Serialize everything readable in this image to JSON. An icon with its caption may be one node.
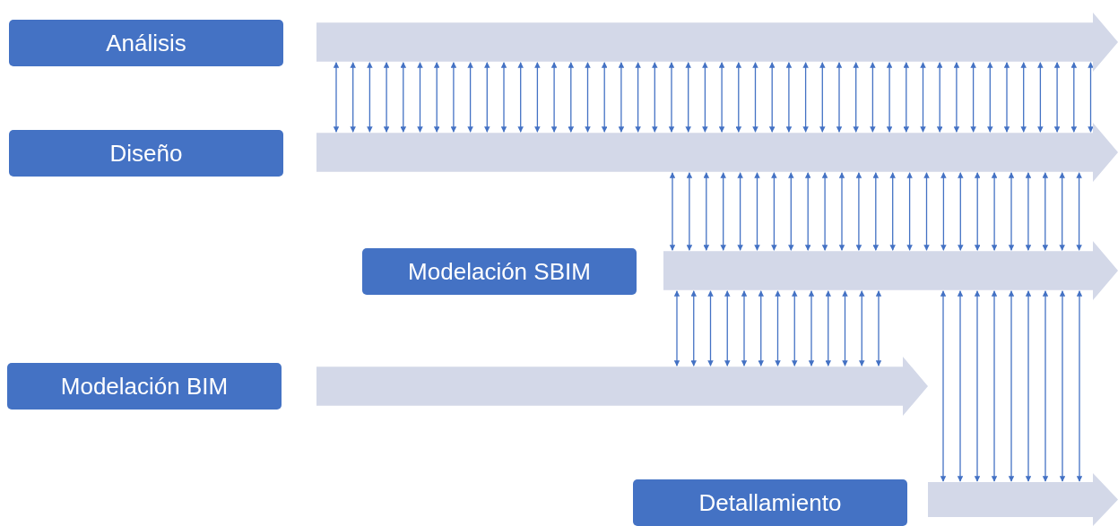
{
  "diagram": {
    "nodes": [
      {
        "text": [
          "Análisis"
        ]
      },
      {
        "text": [],
        "shape": "arrow"
      },
      {
        "text": [
          "Diseño"
        ]
      },
      {
        "text": [],
        "shape": "arrow"
      },
      {
        "text": [
          "Modelación SBIM"
        ]
      },
      {
        "text": [],
        "shape": "arrow"
      },
      {
        "text": [
          "Modelación BIM"
        ]
      },
      {
        "text": [],
        "shape": "arrow"
      },
      {
        "text": [
          "Detallamiento"
        ]
      },
      {
        "text": [],
        "shape": "arrow"
      }
    ],
    "edges": [
      {
        "from": 1,
        "to": 3,
        "arrow": "both"
      },
      {
        "from": 1,
        "to": 3,
        "arrow": "both"
      },
      {
        "from": 1,
        "to": 3,
        "arrow": "both"
      },
      {
        "from": 1,
        "to": 3,
        "arrow": "both"
      },
      {
        "from": 1,
        "to": 3,
        "arrow": "both"
      },
      {
        "from": 1,
        "to": 3,
        "arrow": "both"
      },
      {
        "from": 1,
        "to": 3,
        "arrow": "both"
      },
      {
        "from": 1,
        "to": 3,
        "arrow": "both"
      },
      {
        "from": 1,
        "to": 3,
        "arrow": "both"
      },
      {
        "from": 1,
        "to": 3,
        "arrow": "both"
      },
      {
        "from": 1,
        "to": 3,
        "arrow": "both"
      },
      {
        "from": 1,
        "to": 3,
        "arrow": "both"
      },
      {
        "from": 1,
        "to": 3,
        "arrow": "both"
      },
      {
        "from": 1,
        "to": 3,
        "arrow": "both"
      },
      {
        "from": 1,
        "to": 3,
        "arrow": "both"
      },
      {
        "from": 1,
        "to": 3,
        "arrow": "both"
      },
      {
        "from": 1,
        "to": 3,
        "arrow": "both"
      },
      {
        "from": 1,
        "to": 3,
        "arrow": "both"
      },
      {
        "from": 1,
        "to": 3,
        "arrow": "both"
      },
      {
        "from": 1,
        "to": 3,
        "arrow": "both"
      },
      {
        "from": 1,
        "to": 3,
        "arrow": "both"
      },
      {
        "from": 1,
        "to": 3,
        "arrow": "both"
      },
      {
        "from": 1,
        "to": 3,
        "arrow": "both"
      },
      {
        "from": 1,
        "to": 3,
        "arrow": "both"
      },
      {
        "from": 1,
        "to": 3,
        "arrow": "both"
      },
      {
        "from": 1,
        "to": 3,
        "arrow": "both"
      },
      {
        "from": 1,
        "to": 3,
        "arrow": "both"
      },
      {
        "from": 1,
        "to": 3,
        "arrow": "both"
      },
      {
        "from": 1,
        "to": 3,
        "arrow": "both"
      },
      {
        "from": 1,
        "to": 3,
        "arrow": "both"
      },
      {
        "from": 1,
        "to": 3,
        "arrow": "both"
      },
      {
        "from": 1,
        "to": 3,
        "arrow": "both"
      },
      {
        "from": 1,
        "to": 3,
        "arrow": "both"
      },
      {
        "from": 1,
        "to": 3,
        "arrow": "both"
      },
      {
        "from": 1,
        "to": 3,
        "arrow": "both"
      },
      {
        "from": 1,
        "to": 3,
        "arrow": "both"
      },
      {
        "from": 1,
        "to": 3,
        "arrow": "both"
      },
      {
        "from": 1,
        "to": 3,
        "arrow": "both"
      },
      {
        "from": 1,
        "to": 3,
        "arrow": "both"
      },
      {
        "from": 1,
        "to": 3,
        "arrow": "both"
      },
      {
        "from": 1,
        "to": 3,
        "arrow": "both"
      },
      {
        "from": 1,
        "to": 3,
        "arrow": "both"
      },
      {
        "from": 1,
        "to": 3,
        "arrow": "both"
      },
      {
        "from": 1,
        "to": 3,
        "arrow": "both"
      },
      {
        "from": 1,
        "to": 3,
        "arrow": "both"
      },
      {
        "from": 1,
        "to": 3,
        "arrow": "both"
      },
      {
        "from": 3,
        "to": 5,
        "arrow": "both"
      },
      {
        "from": 3,
        "to": 5,
        "arrow": "both"
      },
      {
        "from": 3,
        "to": 5,
        "arrow": "both"
      },
      {
        "from": 3,
        "to": 5,
        "arrow": "both"
      },
      {
        "from": 3,
        "to": 5,
        "arrow": "both"
      },
      {
        "from": 3,
        "to": 5,
        "arrow": "both"
      },
      {
        "from": 3,
        "to": 5,
        "arrow": "both"
      },
      {
        "from": 3,
        "to": 5,
        "arrow": "both"
      },
      {
        "from": 3,
        "to": 5,
        "arrow": "both"
      },
      {
        "from": 3,
        "to": 5,
        "arrow": "both"
      },
      {
        "from": 3,
        "to": 5,
        "arrow": "both"
      },
      {
        "from": 3,
        "to": 5,
        "arrow": "both"
      },
      {
        "from": 3,
        "to": 5,
        "arrow": "both"
      },
      {
        "from": 3,
        "to": 5,
        "arrow": "both"
      },
      {
        "from": 3,
        "to": 5,
        "arrow": "both"
      },
      {
        "from": 3,
        "to": 5,
        "arrow": "both"
      },
      {
        "from": 3,
        "to": 5,
        "arrow": "both"
      },
      {
        "from": 3,
        "to": 5,
        "arrow": "both"
      },
      {
        "from": 3,
        "to": 5,
        "arrow": "both"
      },
      {
        "from": 3,
        "to": 5,
        "arrow": "both"
      },
      {
        "from": 3,
        "to": 5,
        "arrow": "both"
      },
      {
        "from": 3,
        "to": 5,
        "arrow": "both"
      },
      {
        "from": 3,
        "to": 5,
        "arrow": "both"
      },
      {
        "from": 3,
        "to": 5,
        "arrow": "both"
      },
      {
        "from": 3,
        "to": 5,
        "arrow": "both"
      },
      {
        "from": 5,
        "to": 7,
        "arrow": "both"
      },
      {
        "from": 5,
        "to": 7,
        "arrow": "both"
      },
      {
        "from": 5,
        "to": 7,
        "arrow": "both"
      },
      {
        "from": 5,
        "to": 7,
        "arrow": "both"
      },
      {
        "from": 5,
        "to": 7,
        "arrow": "both"
      },
      {
        "from": 5,
        "to": 7,
        "arrow": "both"
      },
      {
        "from": 5,
        "to": 7,
        "arrow": "both"
      },
      {
        "from": 5,
        "to": 7,
        "arrow": "both"
      },
      {
        "from": 5,
        "to": 7,
        "arrow": "both"
      },
      {
        "from": 5,
        "to": 7,
        "arrow": "both"
      },
      {
        "from": 5,
        "to": 7,
        "arrow": "both"
      },
      {
        "from": 5,
        "to": 7,
        "arrow": "both"
      },
      {
        "from": 5,
        "to": 7,
        "arrow": "both"
      },
      {
        "from": 5,
        "to": 9,
        "arrow": "both"
      },
      {
        "from": 5,
        "to": 9,
        "arrow": "both"
      },
      {
        "from": 5,
        "to": 9,
        "arrow": "both"
      },
      {
        "from": 5,
        "to": 9,
        "arrow": "both"
      },
      {
        "from": 5,
        "to": 9,
        "arrow": "both"
      },
      {
        "from": 5,
        "to": 9,
        "arrow": "both"
      },
      {
        "from": 5,
        "to": 9,
        "arrow": "both"
      },
      {
        "from": 5,
        "to": 9,
        "arrow": "both"
      },
      {
        "from": 5,
        "to": 9,
        "arrow": "both"
      }
    ]
  }
}
